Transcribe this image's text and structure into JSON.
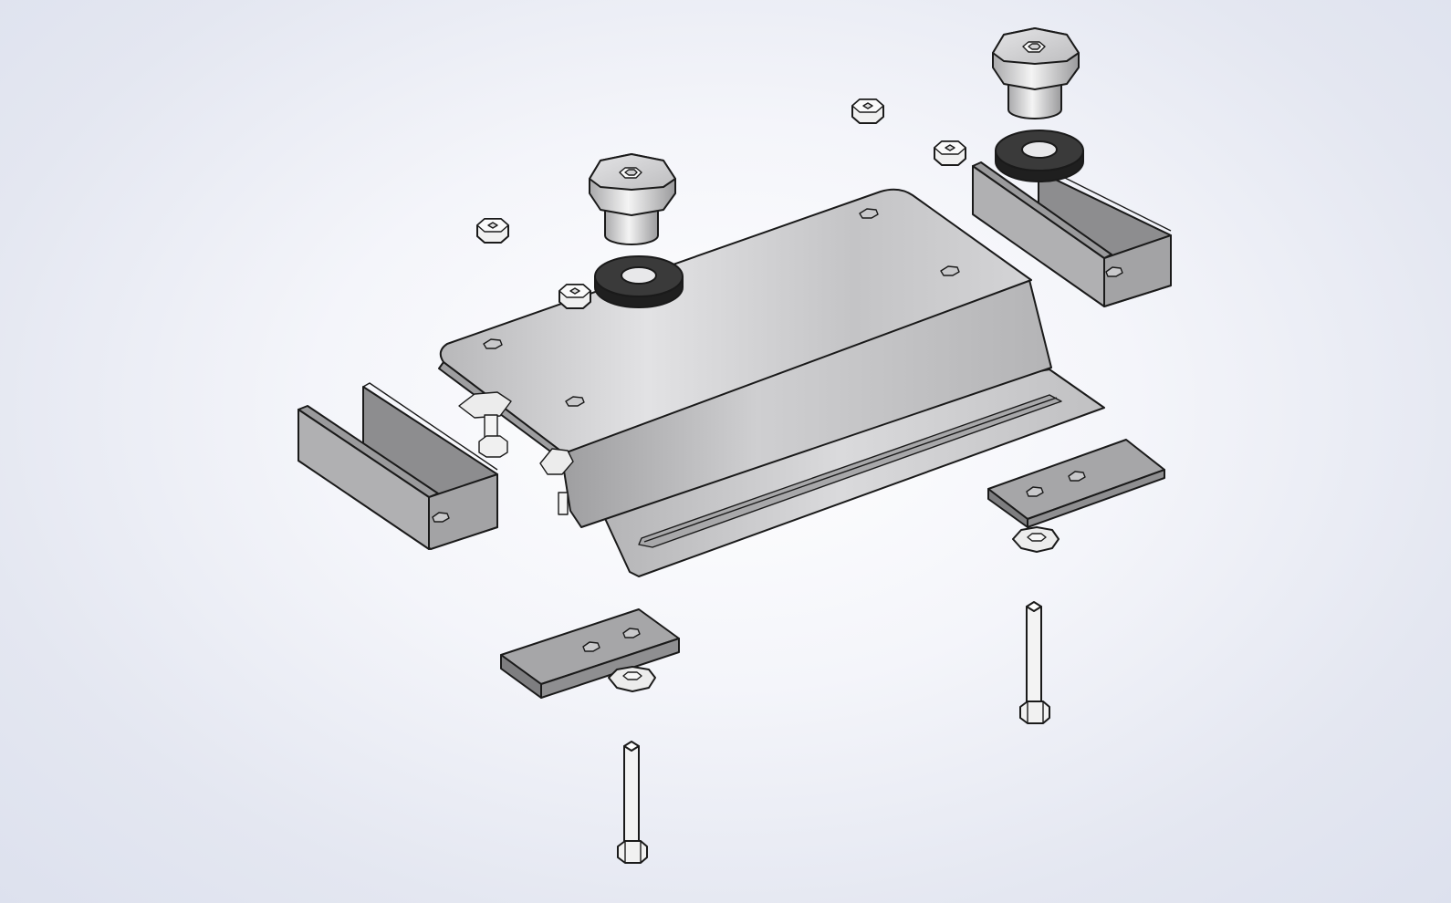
{
  "view": {
    "type": "exploded-assembly-render",
    "background_colors": [
      "#ffffff",
      "#dde1ee"
    ],
    "part_colors": {
      "plate": "#b9b9bb",
      "rail": "#9c9c9e",
      "washer_dark": "#2a2a2a",
      "fastener": "#f2f2f2",
      "outline": "#1a1a1a"
    }
  },
  "parts": [
    {
      "name": "base-plate",
      "count": 1
    },
    {
      "name": "u-channel-rail",
      "count": 2
    },
    {
      "name": "clamp-block",
      "count": 2
    },
    {
      "name": "foot-cap-screw",
      "count": 2
    },
    {
      "name": "rubber-washer",
      "count": 2
    },
    {
      "name": "hex-nut",
      "count": 4
    },
    {
      "name": "threaded-rod",
      "count": 2
    },
    {
      "name": "lock-washer",
      "count": 2
    }
  ]
}
